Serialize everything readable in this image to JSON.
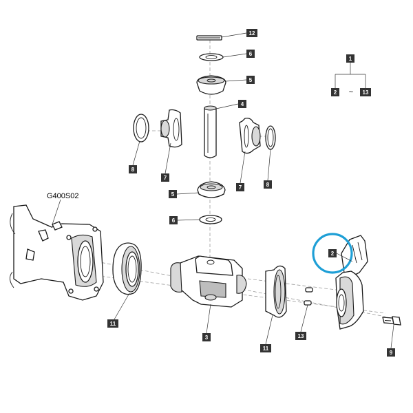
{
  "diagram": {
    "assembly_code": "G400S02",
    "range_note": {
      "parent": "1",
      "from": "2",
      "to": "13",
      "separator": "~"
    },
    "callouts": {
      "c12": "12",
      "c6a": "6",
      "c5a": "5",
      "c4": "4",
      "c8a": "8",
      "c7a": "7",
      "c7b": "7",
      "c8b": "8",
      "c5b": "5",
      "c6b": "6",
      "c11a": "11",
      "c3": "3",
      "c11b": "11",
      "c13": "13",
      "c2": "2",
      "c9": "9"
    },
    "highlight": {
      "part": "2",
      "color": "#1e9fd6"
    },
    "colors": {
      "label_box": "#333333",
      "label_text": "#ffffff",
      "line_art": "#1a1a1a"
    }
  }
}
